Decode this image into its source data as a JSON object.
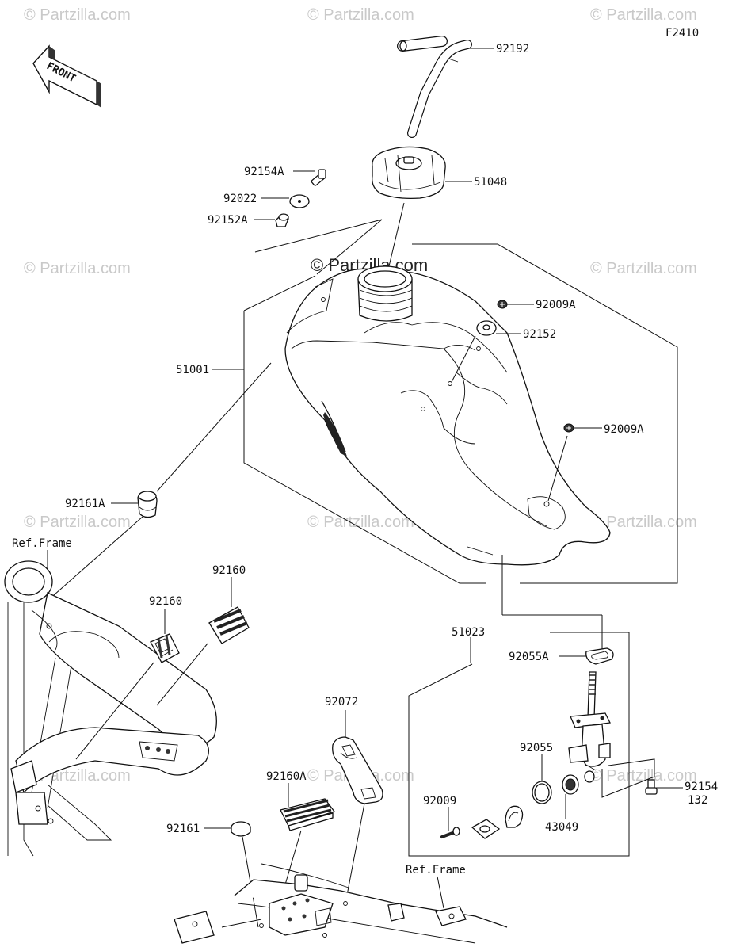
{
  "figure_code": "F2410",
  "watermark": "© Partzilla.com",
  "front_arrow": {
    "text": "FRONT"
  },
  "parts": {
    "p92192": "92192",
    "p51048": "51048",
    "p92154A": "92154A",
    "p92022": "92022",
    "p92152A": "92152A",
    "p92009A_1": "92009A",
    "p92152": "92152",
    "p51001": "51001",
    "p92009A_2": "92009A",
    "p92161A": "92161A",
    "ref_frame_1": "Ref.Frame",
    "p92160_1": "92160",
    "p92160_2": "92160",
    "p51023": "51023",
    "p92055A": "92055A",
    "p92072": "92072",
    "p92055": "92055",
    "p92160A": "92160A",
    "p92154": "92154",
    "p132": "132",
    "p92009": "92009",
    "p43049": "43049",
    "p92161": "92161",
    "ref_frame_2": "Ref.Frame"
  }
}
